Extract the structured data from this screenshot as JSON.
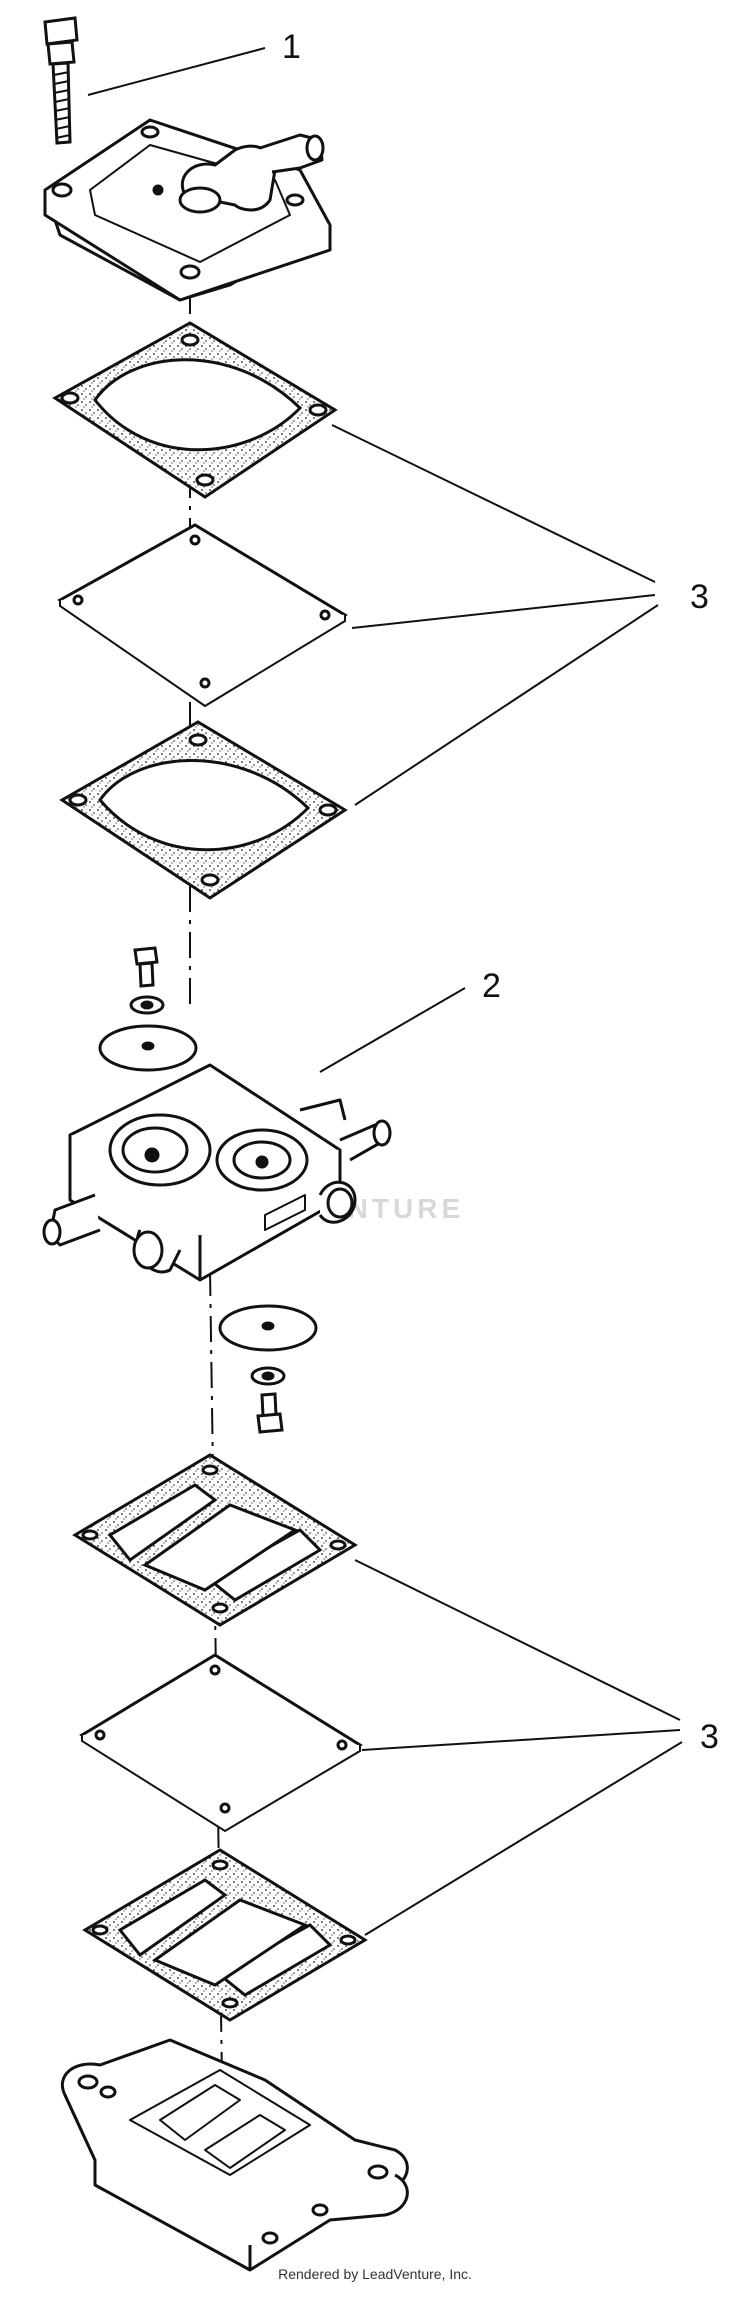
{
  "callouts": {
    "c1": "1",
    "c2": "2",
    "c3_top": "3",
    "c3_bottom": "3"
  },
  "watermark": "ENTURE",
  "footer": "Rendered by LeadVenture, Inc."
}
